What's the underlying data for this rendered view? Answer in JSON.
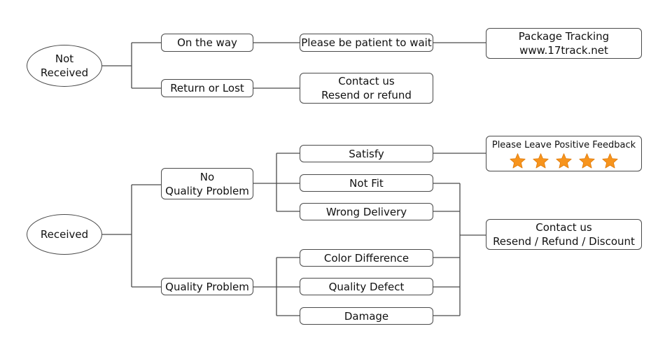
{
  "colors": {
    "stroke": "#4a4a4a",
    "star": "#f7941d",
    "star_edge": "#e07b0a"
  },
  "not_received": {
    "label_line1": "Not",
    "label_line2": "Received",
    "on_the_way": "On the way",
    "patient": "Please be patient to wait",
    "tracking_line1": "Package Tracking",
    "tracking_line2": "www.17track.net",
    "return_lost": "Return or Lost",
    "contact_line1": "Contact us",
    "contact_line2": "Resend or refund"
  },
  "received": {
    "label": "Received",
    "no_quality_line1": "No",
    "no_quality_line2": "Quality Problem",
    "satisfy": "Satisfy",
    "not_fit": "Not Fit",
    "wrong_delivery": "Wrong Delivery",
    "quality_problem": "Quality Problem",
    "color_difference": "Color Difference",
    "quality_defect": "Quality Defect",
    "damage": "Damage",
    "feedback": "Please Leave Positive Feedback",
    "star_count": 5,
    "contact_line1": "Contact us",
    "contact_line2": "Resend / Refund / Discount"
  }
}
